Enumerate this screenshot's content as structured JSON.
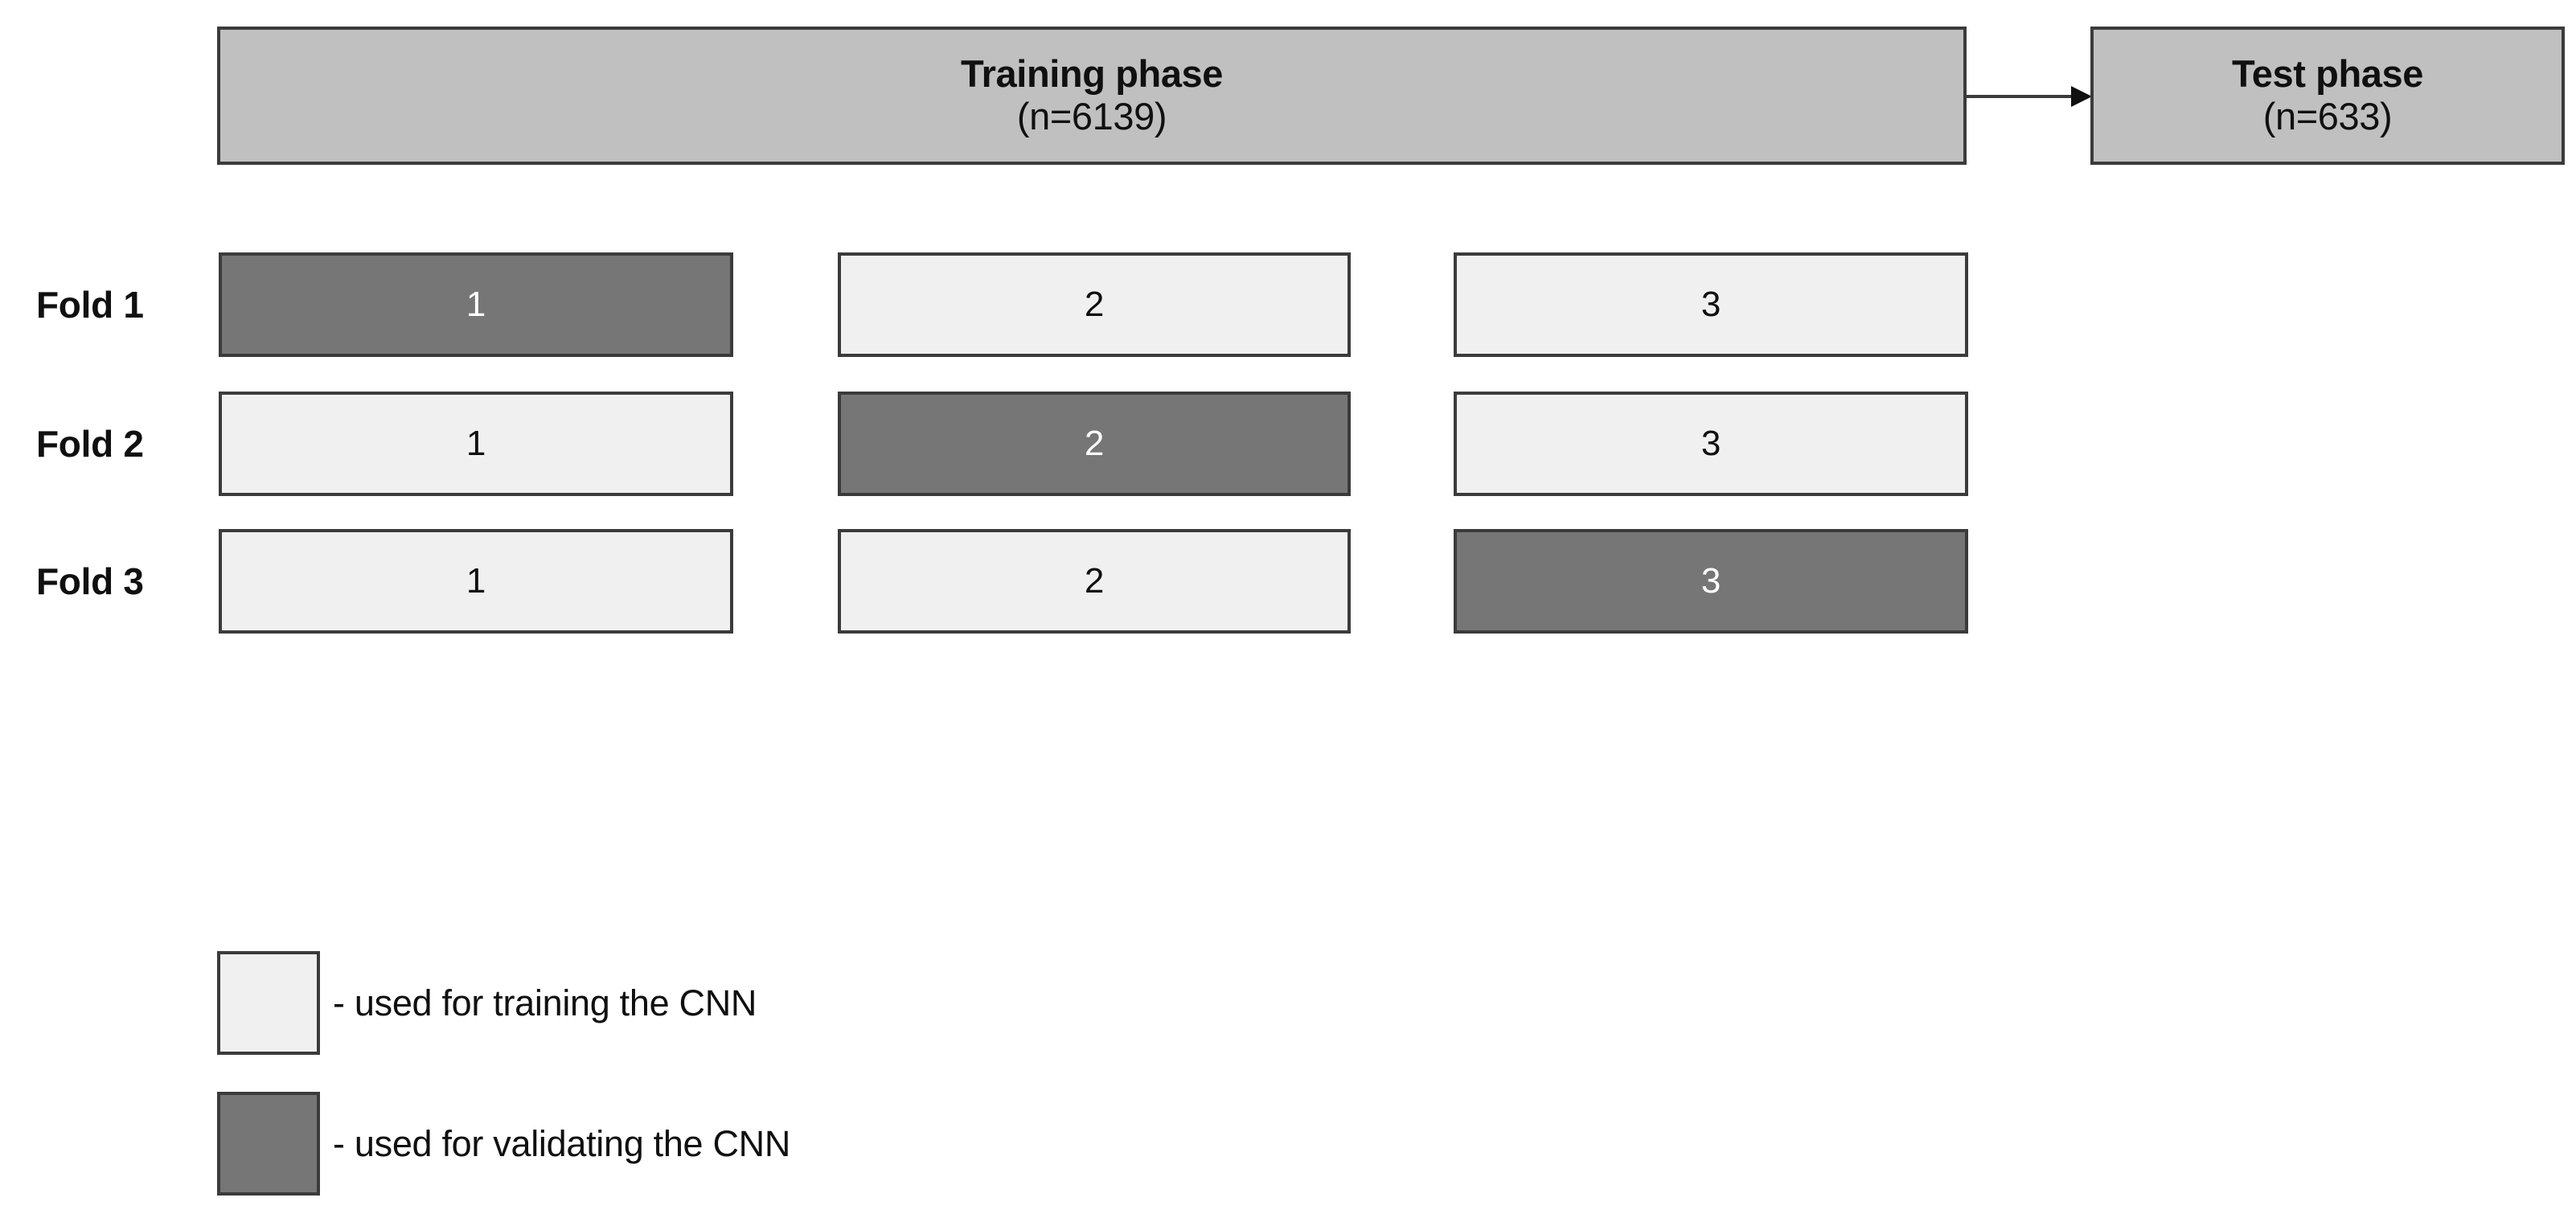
{
  "diagram": {
    "phases": {
      "training": {
        "title": "Training phase",
        "count": "(n=6139)"
      },
      "test": {
        "title": "Test phase",
        "count": "(n=633)"
      },
      "arrow_icon": "arrow-right-icon"
    },
    "folds": [
      {
        "label": "Fold 1",
        "cells": [
          {
            "value": "1",
            "role": "validate"
          },
          {
            "value": "2",
            "role": "train"
          },
          {
            "value": "3",
            "role": "train"
          }
        ]
      },
      {
        "label": "Fold 2",
        "cells": [
          {
            "value": "1",
            "role": "train"
          },
          {
            "value": "2",
            "role": "validate"
          },
          {
            "value": "3",
            "role": "train"
          }
        ]
      },
      {
        "label": "Fold 3",
        "cells": [
          {
            "value": "1",
            "role": "train"
          },
          {
            "value": "2",
            "role": "train"
          },
          {
            "value": "3",
            "role": "validate"
          }
        ]
      }
    ],
    "legend": [
      {
        "role": "train",
        "text": "- used for training the CNN"
      },
      {
        "role": "validate",
        "text": "- used for validating the CNN"
      }
    ],
    "colors": {
      "phase_fill": "#c0c0c0",
      "train_fill": "#f0f0f0",
      "validate_fill": "#767676",
      "border": "#3b3b3b",
      "text": "#101010",
      "validate_text": "#ffffff",
      "background": "#ffffff"
    }
  }
}
